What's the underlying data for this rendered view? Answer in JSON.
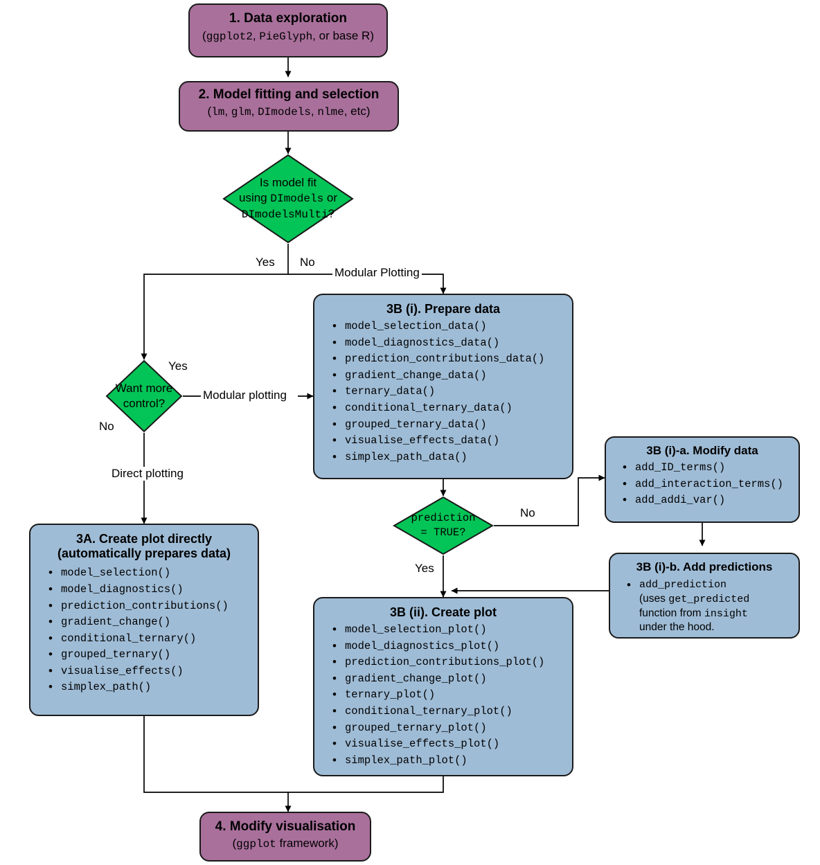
{
  "diagram": {
    "title": "DImodelsVis workflow flowchart",
    "colors": {
      "purple": "#a9709b",
      "blue": "#9fbcd6",
      "green": "#03c456",
      "stroke": "#1a1a1a"
    }
  },
  "nodes": {
    "step1": {
      "title": "1. Data exploration",
      "sub_pre": "(",
      "sub_code1": "ggplot2",
      "sub_mid1": ", ",
      "sub_code2": "PieGlyph",
      "sub_post": ", or base R)"
    },
    "step2": {
      "title": "2. Model fitting and selection",
      "sub_pre": "(",
      "sub_code1": "lm",
      "sub_mid1": ", ",
      "sub_code2": "glm",
      "sub_mid2": ", ",
      "sub_code3": "DImodels",
      "sub_mid3": ", ",
      "sub_code4": "nlme",
      "sub_post": ", etc)"
    },
    "decision1": {
      "line1": "Is model fit",
      "line2_pre": "using ",
      "line2_code": "DImodels",
      "line2_post": " or",
      "line3_code": "DImodelsMulti",
      "line3_post": "?"
    },
    "decision2": {
      "line1": "Want more",
      "line2": "control?"
    },
    "decision3": {
      "line1": "prediction",
      "line2": "= TRUE?"
    },
    "step3a": {
      "title_line1": "3A. Create plot directly",
      "title_line2": "(automatically prepares data)",
      "items": [
        "model_selection()",
        "model_diagnostics()",
        "prediction_contributions()",
        "gradient_change()",
        "conditional_ternary()",
        "grouped_ternary()",
        "visualise_effects()",
        "simplex_path()"
      ]
    },
    "step3bi": {
      "title": "3B (i). Prepare data",
      "items": [
        "model_selection_data()",
        "model_diagnostics_data()",
        "prediction_contributions_data()",
        "gradient_change_data()",
        "ternary_data()",
        "conditional_ternary_data()",
        "grouped_ternary_data()",
        "visualise_effects_data()",
        "simplex_path_data()"
      ]
    },
    "step3bii": {
      "title": "3B (ii). Create plot",
      "items": [
        "model_selection_plot()",
        "model_diagnostics_plot()",
        "prediction_contributions_plot()",
        "gradient_change_plot()",
        "ternary_plot()",
        "conditional_ternary_plot()",
        "grouped_ternary_plot()",
        "visualise_effects_plot()",
        "simplex_path_plot()"
      ]
    },
    "step3bia": {
      "title": "3B (i)-a. Modify data",
      "items": [
        "add_ID_terms()",
        "add_interaction_terms()",
        "add_addi_var()"
      ]
    },
    "step3bib": {
      "title": "3B (i)-b. Add predictions",
      "item_line1": "add_prediction",
      "item_line2_pre": "(uses ",
      "item_line2_code": "get_predicted",
      "item_line3_pre": "function from ",
      "item_line3_code": "insight",
      "item_line4": "under the hood."
    },
    "step4": {
      "title": "4. Modify visualisation",
      "sub_pre": "(",
      "sub_code": "ggplot",
      "sub_post": " framework)"
    }
  },
  "edge_labels": {
    "yes_d1": "Yes",
    "no_d1": "No",
    "modular_plotting_cap": "Modular Plotting",
    "yes_d2": "Yes",
    "no_d2": "No",
    "modular_plotting_low": "Modular plotting",
    "direct_plotting": "Direct plotting",
    "no_d3": "No",
    "yes_d3": "Yes"
  }
}
